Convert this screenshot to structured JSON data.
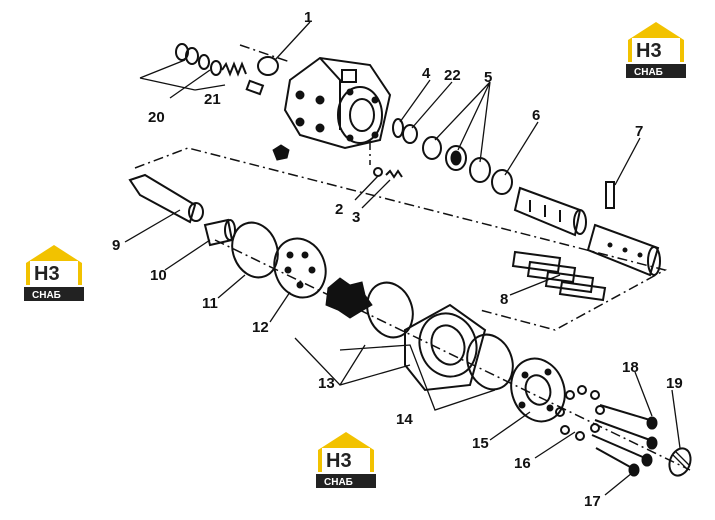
{
  "parts": [
    "1",
    "2",
    "3",
    "4",
    "5",
    "6",
    "7",
    "8",
    "9",
    "10",
    "11",
    "12",
    "13",
    "14",
    "15",
    "16",
    "17",
    "18",
    "19",
    "20",
    "21",
    "22"
  ],
  "watermark": {
    "logo": "H3",
    "text": "СНАБ",
    "color": "#f2c200"
  }
}
